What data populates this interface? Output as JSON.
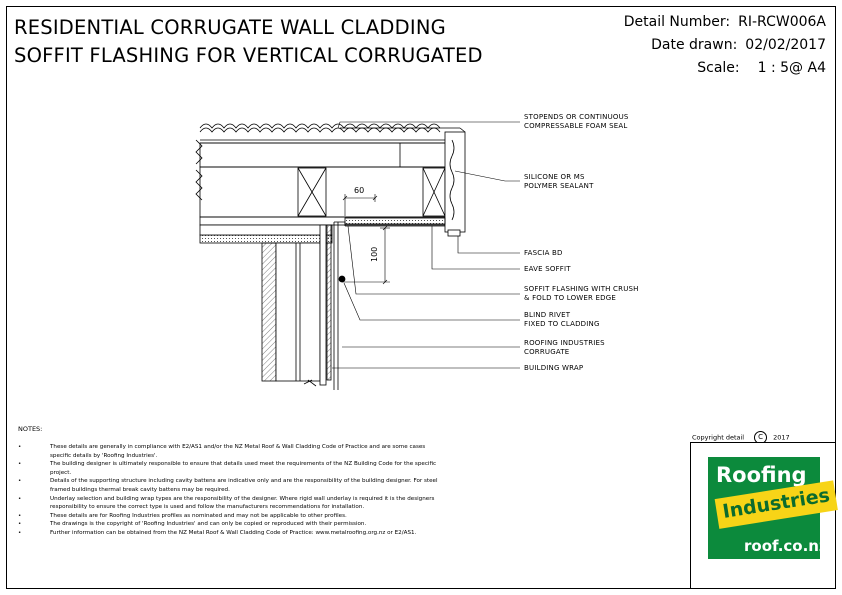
{
  "header": {
    "title_line1": "RESIDENTIAL CORRUGATE WALL CLADDING",
    "title_line2": "SOFFIT FLASHING FOR VERTICAL CORRUGATED",
    "detail_number_label": "Detail Number:",
    "detail_number": "RI-RCW006A",
    "date_label": "Date drawn:",
    "date": "02/02/2017",
    "scale_label": "Scale:",
    "scale": "1 : 5@ A4"
  },
  "dimensions": {
    "horizontal": "60",
    "vertical": "100"
  },
  "labels": [
    "STOPENDS OR CONTINUOUS\nCOMPRESSABLE FOAM SEAL",
    "SILICONE OR MS\nPOLYMER SEALANT",
    "FASCIA BD",
    "EAVE SOFFIT",
    "SOFFIT FLASHING WITH CRUSH\n& FOLD TO LOWER EDGE",
    "BLIND RIVET\nFIXED TO CLADDING",
    "ROOFING INDUSTRIES\nCORRUGATE",
    "BUILDING WRAP"
  ],
  "notes": {
    "heading": "NOTES:",
    "items": [
      "These details are generally in compliance with E2/AS1 and/or the NZ Metal Roof & Wall Cladding Code of Practice and are some cases specific details by 'Roofing Industries'.",
      "The building designer is ultimately responsible to ensure that details used meet the requirements of the NZ Building Code for the specific project.",
      "Details of the supporting structure including cavity battens are indicative only and are the responsibility of the building designer. For steel framed buildings thermal break cavity battens may be required.",
      "Underlay selection and building wrap types are the responsibility of the designer. Where rigid wall underlay is required it is the designers responsibility to ensure the correct type is used and follow the manufacturers recommendations for installation.",
      "These details are for Roofing Industries profiles as nominated and may not be applicable to other profiles.",
      "The drawings is the copyright of 'Roofing Industries' and can only be copied or reproduced with their permission.",
      "Further information can be obtained from the NZ Metal Roof & Wall Cladding Code of Practice: www.metalroofing.org.nz or E2/AS1."
    ]
  },
  "copyright": {
    "label": "Copyright detail",
    "symbol": "C",
    "year": "2017"
  },
  "logo": {
    "word1": "Roofing",
    "word2": "Industries",
    "url": "roof.co.nz",
    "green": "#0c8a3c",
    "yellow": "#f7d417"
  }
}
